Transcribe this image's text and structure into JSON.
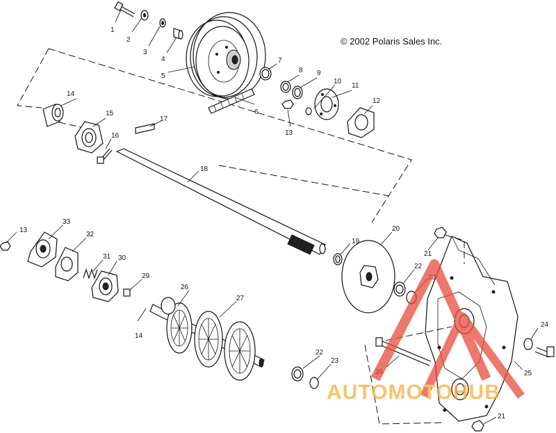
{
  "copyright": "© 2002 Polaris Sales Inc.",
  "watermark": {
    "text": "AUTOMOTOHUB",
    "text_color": "#f5b041",
    "logo_color": "#e74c3c"
  },
  "callouts": [
    {
      "id": "c1",
      "label": "1"
    },
    {
      "id": "c2",
      "label": "2"
    },
    {
      "id": "c3",
      "label": "3"
    },
    {
      "id": "c4",
      "label": "4"
    },
    {
      "id": "c5",
      "label": "5"
    },
    {
      "id": "c6",
      "label": "6"
    },
    {
      "id": "c7",
      "label": "7"
    },
    {
      "id": "c8",
      "label": "8"
    },
    {
      "id": "c9",
      "label": "9"
    },
    {
      "id": "c10",
      "label": "10"
    },
    {
      "id": "c11",
      "label": "11"
    },
    {
      "id": "c12",
      "label": "12"
    },
    {
      "id": "c13a",
      "label": "13"
    },
    {
      "id": "c14a",
      "label": "14"
    },
    {
      "id": "c15",
      "label": "15"
    },
    {
      "id": "c16",
      "label": "16"
    },
    {
      "id": "c17",
      "label": "17"
    },
    {
      "id": "c18",
      "label": "18"
    },
    {
      "id": "c19",
      "label": "19"
    },
    {
      "id": "c20",
      "label": "20"
    },
    {
      "id": "c21a",
      "label": "21"
    },
    {
      "id": "c22a",
      "label": "22"
    },
    {
      "id": "c23a",
      "label": "23"
    },
    {
      "id": "c24",
      "label": "24"
    },
    {
      "id": "c25",
      "label": "25"
    },
    {
      "id": "c26",
      "label": "26"
    },
    {
      "id": "c26b",
      "label": "26"
    },
    {
      "id": "c27",
      "label": "27"
    },
    {
      "id": "c22b",
      "label": "22"
    },
    {
      "id": "c23b",
      "label": "23"
    },
    {
      "id": "c21b",
      "label": "21"
    },
    {
      "id": "c13b",
      "label": "13"
    },
    {
      "id": "c33",
      "label": "33"
    },
    {
      "id": "c32",
      "label": "32"
    },
    {
      "id": "c31",
      "label": "31"
    },
    {
      "id": "c30",
      "label": "30"
    },
    {
      "id": "c29",
      "label": "29"
    },
    {
      "id": "c14b",
      "label": "14"
    }
  ]
}
